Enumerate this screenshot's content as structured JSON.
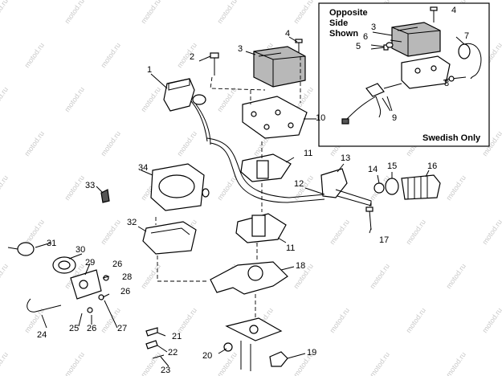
{
  "watermark": "motod.ru",
  "inset": {
    "title_lines": [
      "Opposite",
      "Side",
      "Shown"
    ],
    "footer": "Swedish Only"
  },
  "callouts": {
    "c1": "1",
    "c2": "2",
    "c3": "3",
    "c4": "4",
    "c10": "10",
    "c11a": "11",
    "c11b": "11",
    "c12": "12",
    "c13": "13",
    "c14": "14",
    "c15": "15",
    "c16": "16",
    "c17": "17",
    "c18": "18",
    "c19": "19",
    "c20": "20",
    "c21": "21",
    "c22": "22",
    "c23": "23",
    "c24": "24",
    "c25": "25",
    "c26a": "26",
    "c26b": "26",
    "c26c": "26",
    "c27": "27",
    "c28": "28",
    "c29": "29",
    "c30": "30",
    "c31": "31",
    "c32": "32",
    "c33": "33",
    "c34": "34",
    "i3": "3",
    "i4": "4",
    "i5": "5",
    "i6": "6",
    "i7": "7",
    "i8": "8",
    "i9": "9"
  }
}
